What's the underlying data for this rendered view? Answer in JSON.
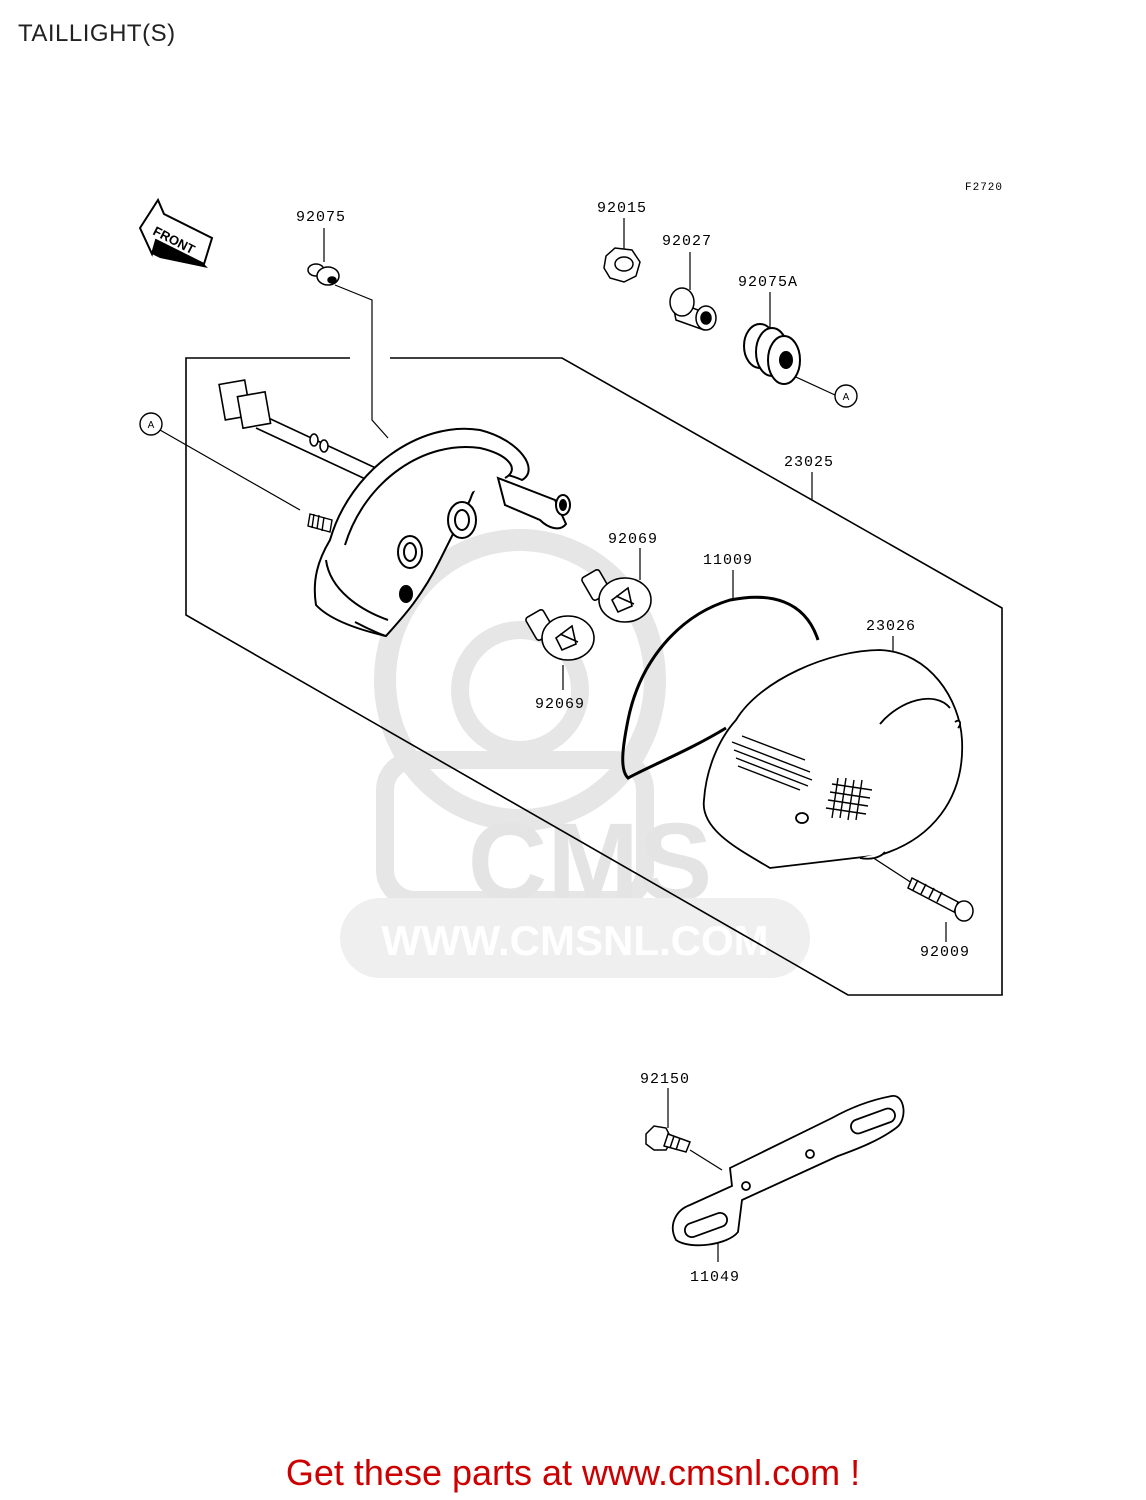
{
  "title": "TAILLIGHT(S)",
  "diagram_code": "F2720",
  "front_arrow_text": "FRONT",
  "ref_marker": "A",
  "watermark": {
    "brand": "CMS",
    "url": "WWW.CMSNL.COM"
  },
  "parts": {
    "p92075": "92075",
    "p92015": "92015",
    "p92027": "92027",
    "p92075A": "92075A",
    "p23025": "23025",
    "p92069_top": "92069",
    "p92069_bottom": "92069",
    "p11009": "11009",
    "p23026": "23026",
    "p92009": "92009",
    "p92150": "92150",
    "p11049": "11049"
  },
  "footer": "Get these parts at www.cmsnl.com !",
  "colors": {
    "footer": "#cc0000",
    "watermark": "#e4e4e4",
    "line": "#000000"
  }
}
